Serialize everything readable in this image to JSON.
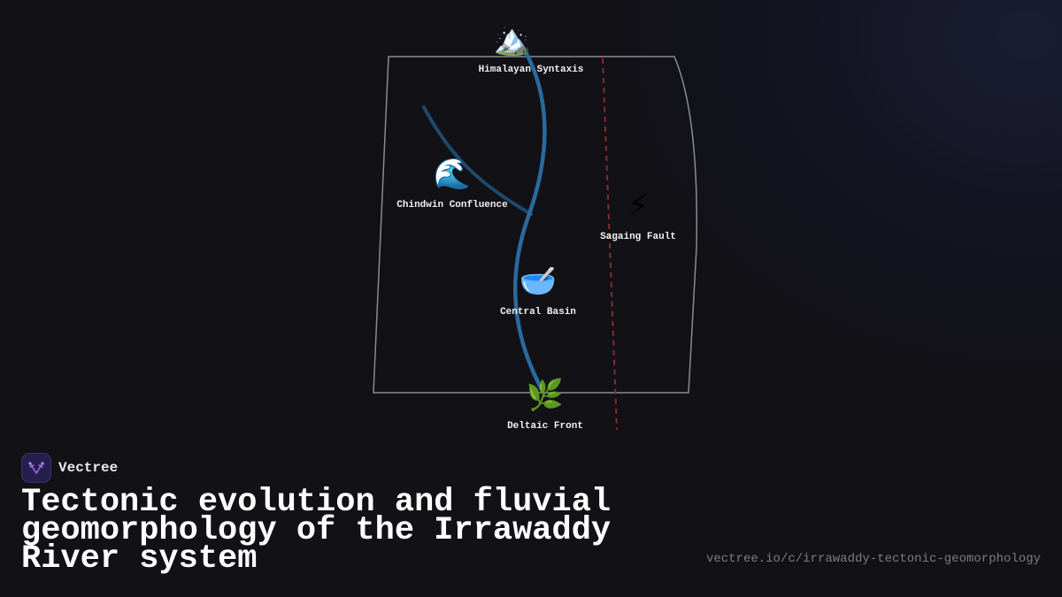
{
  "diagram": {
    "nodes": [
      {
        "id": "himalayan",
        "icon": "🏔️",
        "icon_name": "mountain-icon",
        "label": "Himalayan Syntaxis"
      },
      {
        "id": "chindwin",
        "icon": "🌊",
        "icon_name": "wave-icon",
        "label": "Chindwin Confluence"
      },
      {
        "id": "sagaing",
        "icon": "⚡",
        "icon_name": "lightning-icon",
        "label": "Sagaing Fault"
      },
      {
        "id": "central",
        "icon": "🥣",
        "icon_name": "bowl-icon",
        "label": "Central Basin"
      },
      {
        "id": "deltaic",
        "icon": "🌿",
        "icon_name": "herb-icon",
        "label": "Deltaic Front"
      }
    ],
    "colors": {
      "main_river": "#2a6a9e",
      "tributary": "#1d4a6e",
      "fault_line": "#8a2a2a",
      "outline": "#8a8a92"
    }
  },
  "brand": {
    "name": "Vectree",
    "logo_icon": "vectree-logo-icon",
    "logo_color": "#9a5ad8"
  },
  "title": "Tectonic evolution and fluvial geomorphology of the Irrawaddy River system",
  "url": "vectree.io/c/irrawaddy-tectonic-geomorphology"
}
